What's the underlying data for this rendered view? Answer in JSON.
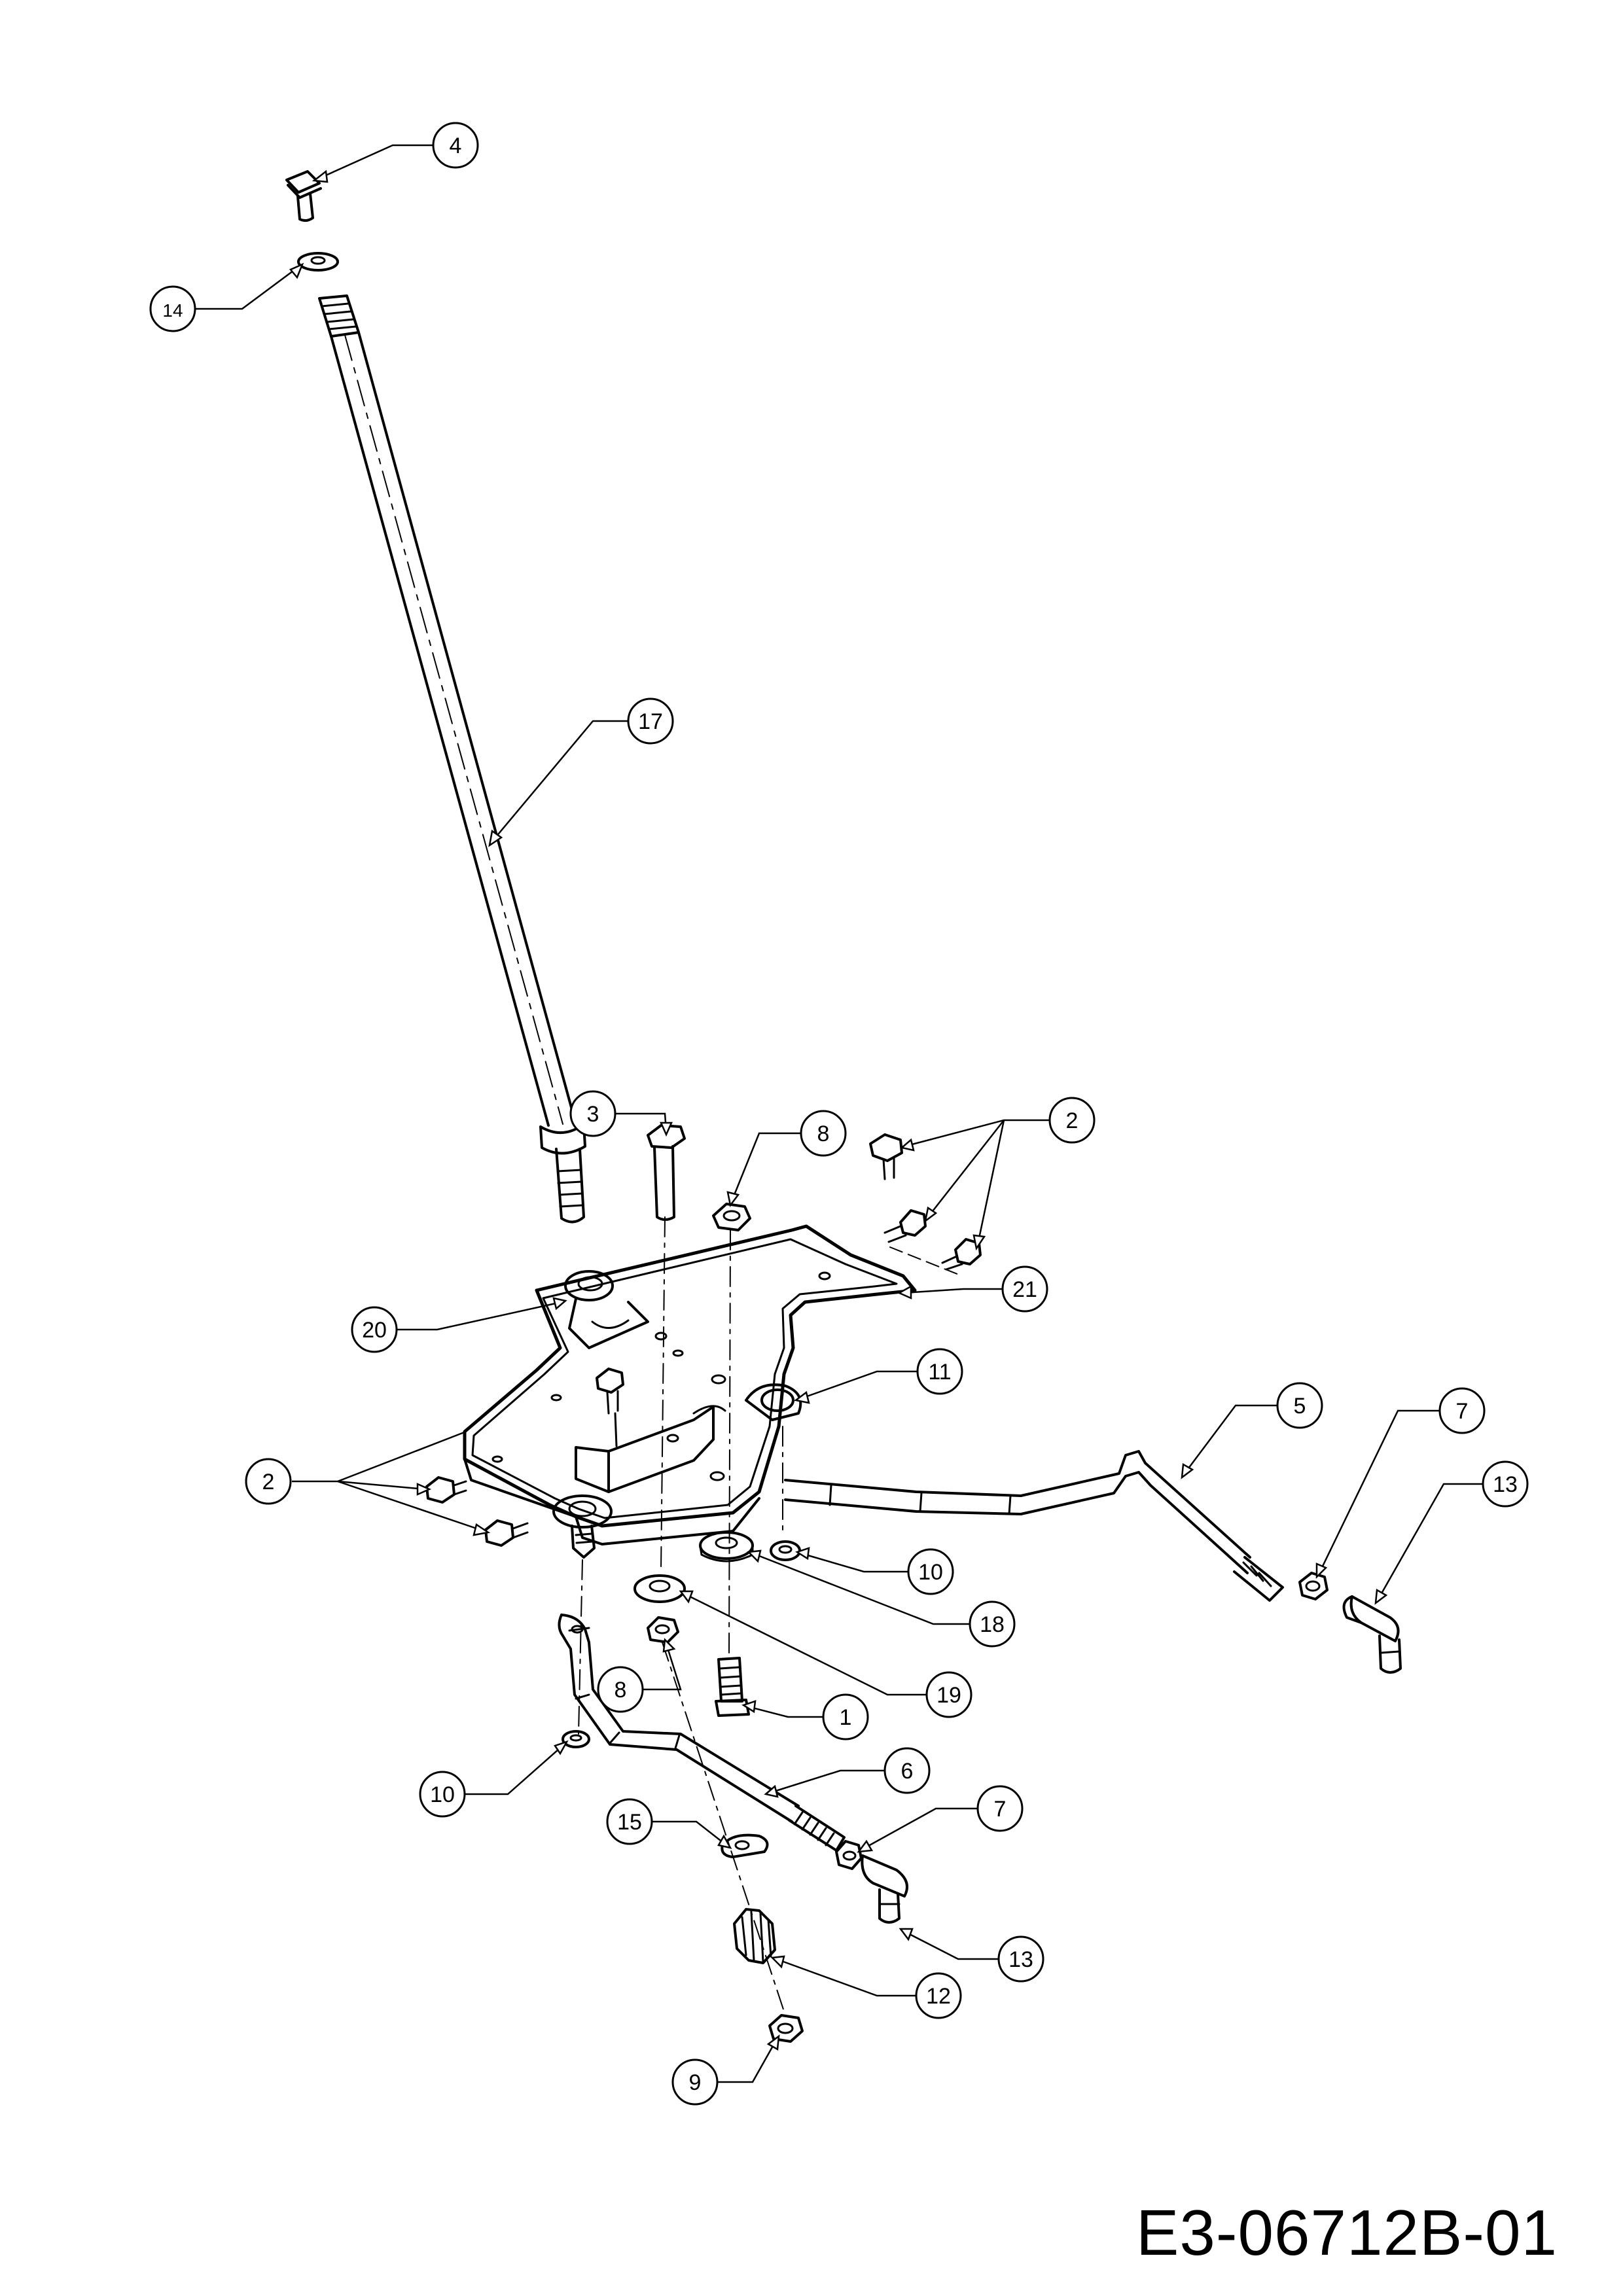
{
  "drawing_number": "E3-06712B-01",
  "callouts": [
    {
      "id": "c4",
      "label": "4"
    },
    {
      "id": "c14",
      "label": "14"
    },
    {
      "id": "c17",
      "label": "17"
    },
    {
      "id": "c3",
      "label": "3"
    },
    {
      "id": "c8a",
      "label": "8"
    },
    {
      "id": "c2a",
      "label": "2"
    },
    {
      "id": "c21",
      "label": "21"
    },
    {
      "id": "c20",
      "label": "20"
    },
    {
      "id": "c11",
      "label": "11"
    },
    {
      "id": "c5",
      "label": "5"
    },
    {
      "id": "c7a",
      "label": "7"
    },
    {
      "id": "c13a",
      "label": "13"
    },
    {
      "id": "c2b",
      "label": "2"
    },
    {
      "id": "c10a",
      "label": "10"
    },
    {
      "id": "c18",
      "label": "18"
    },
    {
      "id": "c19",
      "label": "19"
    },
    {
      "id": "c8b",
      "label": "8"
    },
    {
      "id": "c1",
      "label": "1"
    },
    {
      "id": "c10b",
      "label": "10"
    },
    {
      "id": "c6",
      "label": "6"
    },
    {
      "id": "c7b",
      "label": "7"
    },
    {
      "id": "c15",
      "label": "15"
    },
    {
      "id": "c13b",
      "label": "13"
    },
    {
      "id": "c12",
      "label": "12"
    },
    {
      "id": "c9",
      "label": "9"
    }
  ]
}
